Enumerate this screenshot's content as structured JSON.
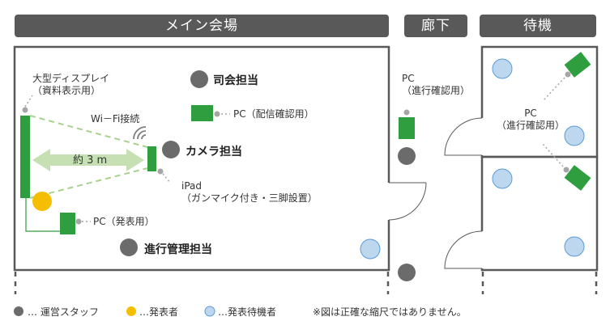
{
  "headers": {
    "main_hall": "メイン会場",
    "corridor": "廊下",
    "waiting": "待機"
  },
  "labels": {
    "display": "大型ディスプレイ",
    "display_sub": "（資料表示用）",
    "mc": "司会担当",
    "pc_stream": "PC（配信確認用）",
    "wifi": "Wi－Fi接続",
    "camera": "カメラ担当",
    "distance": "約 3 m",
    "ipad": "iPad",
    "ipad_sub": "（ガンマイク付き・三脚設置）",
    "pc_presenter": "PC（発表用）",
    "progress": "進行管理担当",
    "pc_corridor": "PC",
    "pc_corridor_sub": "（進行確認用）",
    "pc_waiting": "PC",
    "pc_waiting_sub": "（進行確認用）"
  },
  "legend": {
    "staff": "… 運営スタッフ",
    "presenter": "…発表者",
    "waiting_presenter": "…発表待機者",
    "note": "※図は正確な縮尺ではありません。"
  },
  "colors": {
    "header_bg": "#595959",
    "equipment_green": "#2e9e3e",
    "staff_gray": "#6b6b6b",
    "presenter_yellow": "#f5be00",
    "waiting_blue": "#bdd7ee",
    "arrow_green": "#c6e0b4",
    "dash_green": "#a9d18e"
  }
}
